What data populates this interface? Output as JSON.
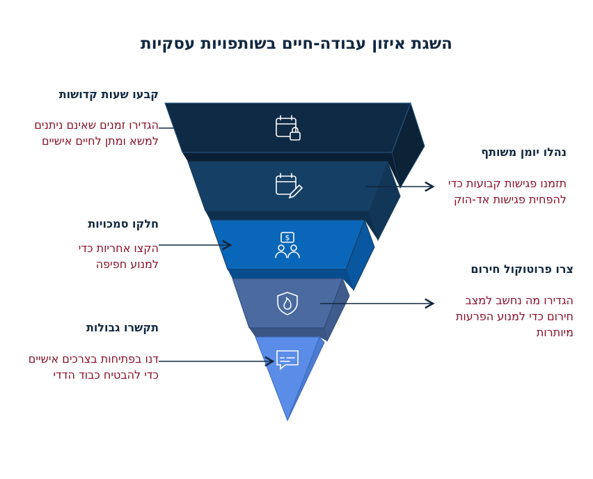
{
  "title": "השגת איזון עבודה-חיים בשותפויות עסקיות",
  "items": [
    {
      "heading": "קבעו שעות קדושות",
      "desc": "הגדירו זמנים שאינם ניתנים למשא ומתן לחיים אישיים",
      "icon": "calendar-lock-icon"
    },
    {
      "heading": "נהלו יומן משותף",
      "desc": "תזמנו פגישות קבועות כדי להפחית פגישות אד-הוק",
      "icon": "calendar-edit-icon"
    },
    {
      "heading": "חלקו סמכויות",
      "desc": "הקצו אחריות כדי למנוע חפיפה",
      "icon": "people-money-icon"
    },
    {
      "heading": "צרו פרוטוקול חירום",
      "desc": "הגדירו מה נחשב למצב חירום כדי למנוע הפרעות מיותרות",
      "icon": "shield-fire-icon"
    },
    {
      "heading": "תקשרו גבולות",
      "desc": "דנו בפתיחות בצרכים אישיים כדי להבטיח כבוד הדדי",
      "icon": "chat-icon"
    }
  ],
  "colors": {
    "layer1": "#0f2a44",
    "layer2": "#163f66",
    "layer3": "#0a66b8",
    "layer4": "#4a6aa0",
    "layer5": "#5b8de8",
    "heading": "#12283f",
    "desc": "#8a1028"
  }
}
